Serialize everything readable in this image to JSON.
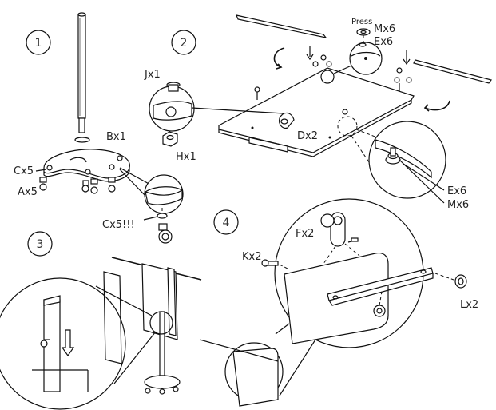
{
  "steps": [
    {
      "number": "1"
    },
    {
      "number": "2"
    },
    {
      "number": "3"
    },
    {
      "number": "4"
    }
  ],
  "labels": {
    "bx1": "Bx1",
    "cx5": "Cx5",
    "ax5": "Ax5",
    "cx5_warn": "Cx5!!!",
    "jx1": "Jx1",
    "hx1": "Hx1",
    "dx2": "Dx2",
    "press": "Press",
    "mx6_top": "Mx6",
    "ex6_top": "Ex6",
    "ex6_detail": "Ex6",
    "mx6_detail": "Mx6",
    "fx2": "Fx2",
    "kx2": "Kx2",
    "lx2": "Lx2"
  }
}
